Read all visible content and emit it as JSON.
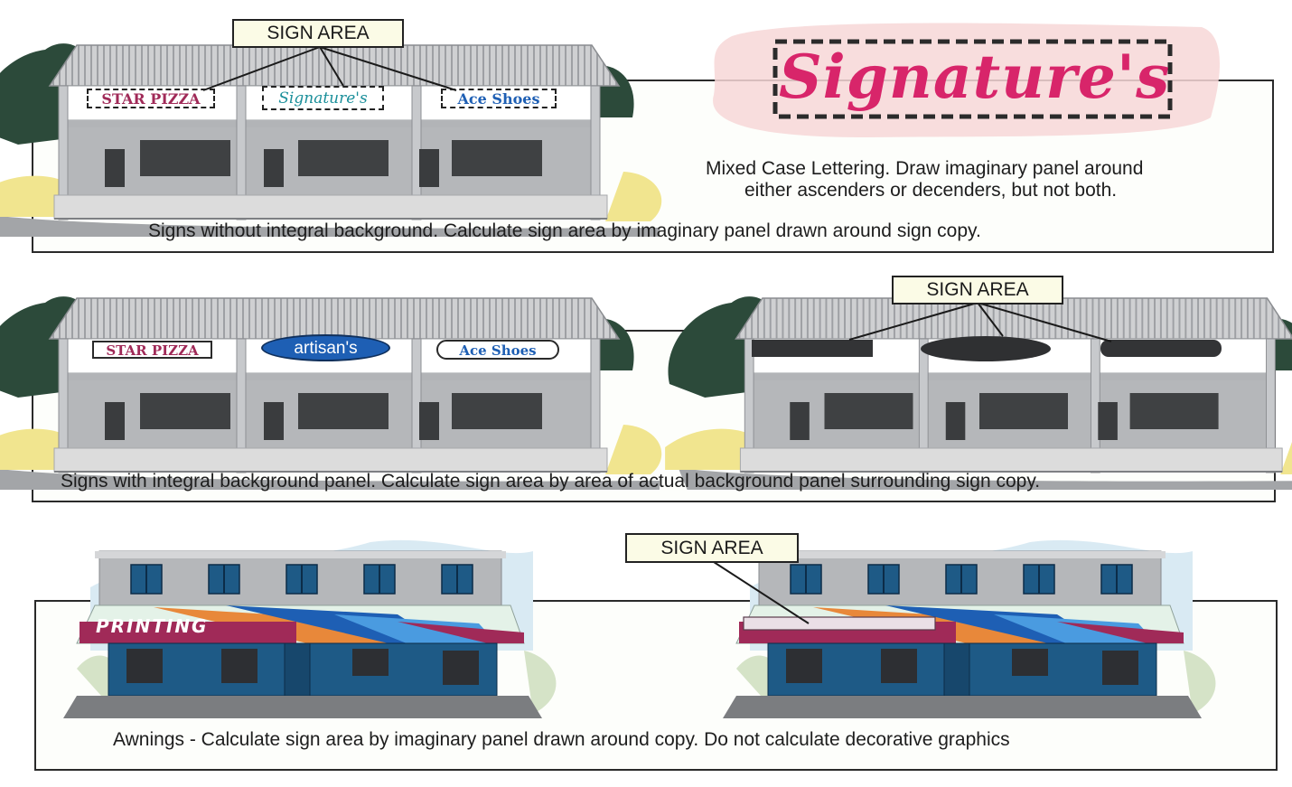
{
  "labels": {
    "sign_area": "SIGN AREA"
  },
  "captions": {
    "no_background": "Signs without integral background. Calculate sign area by imaginary panel drawn around sign copy.",
    "mixed_case_line1": "Mixed Case Lettering. Draw imaginary panel around",
    "mixed_case_line2": "either ascenders or decenders, but not both.",
    "integral_panel": "Signs with integral background panel. Calculate sign area by area of actual background panel surrounding sign copy.",
    "awnings": "Awnings - Calculate sign area by imaginary panel drawn around copy. Do not calculate decorative graphics"
  },
  "signs": {
    "star_pizza": "STAR PIZZA",
    "signatures": "Signature's",
    "ace_shoes": "Ace Shoes",
    "artisans": "artisan's",
    "printing": "PRINTING"
  },
  "colors": {
    "pink": "#d8256a",
    "teal": "#1a8f9a",
    "blue": "#1e5fb4",
    "maroon": "#a02a58",
    "dark_green": "#2c4a3a",
    "sand": "#f1e58f"
  }
}
